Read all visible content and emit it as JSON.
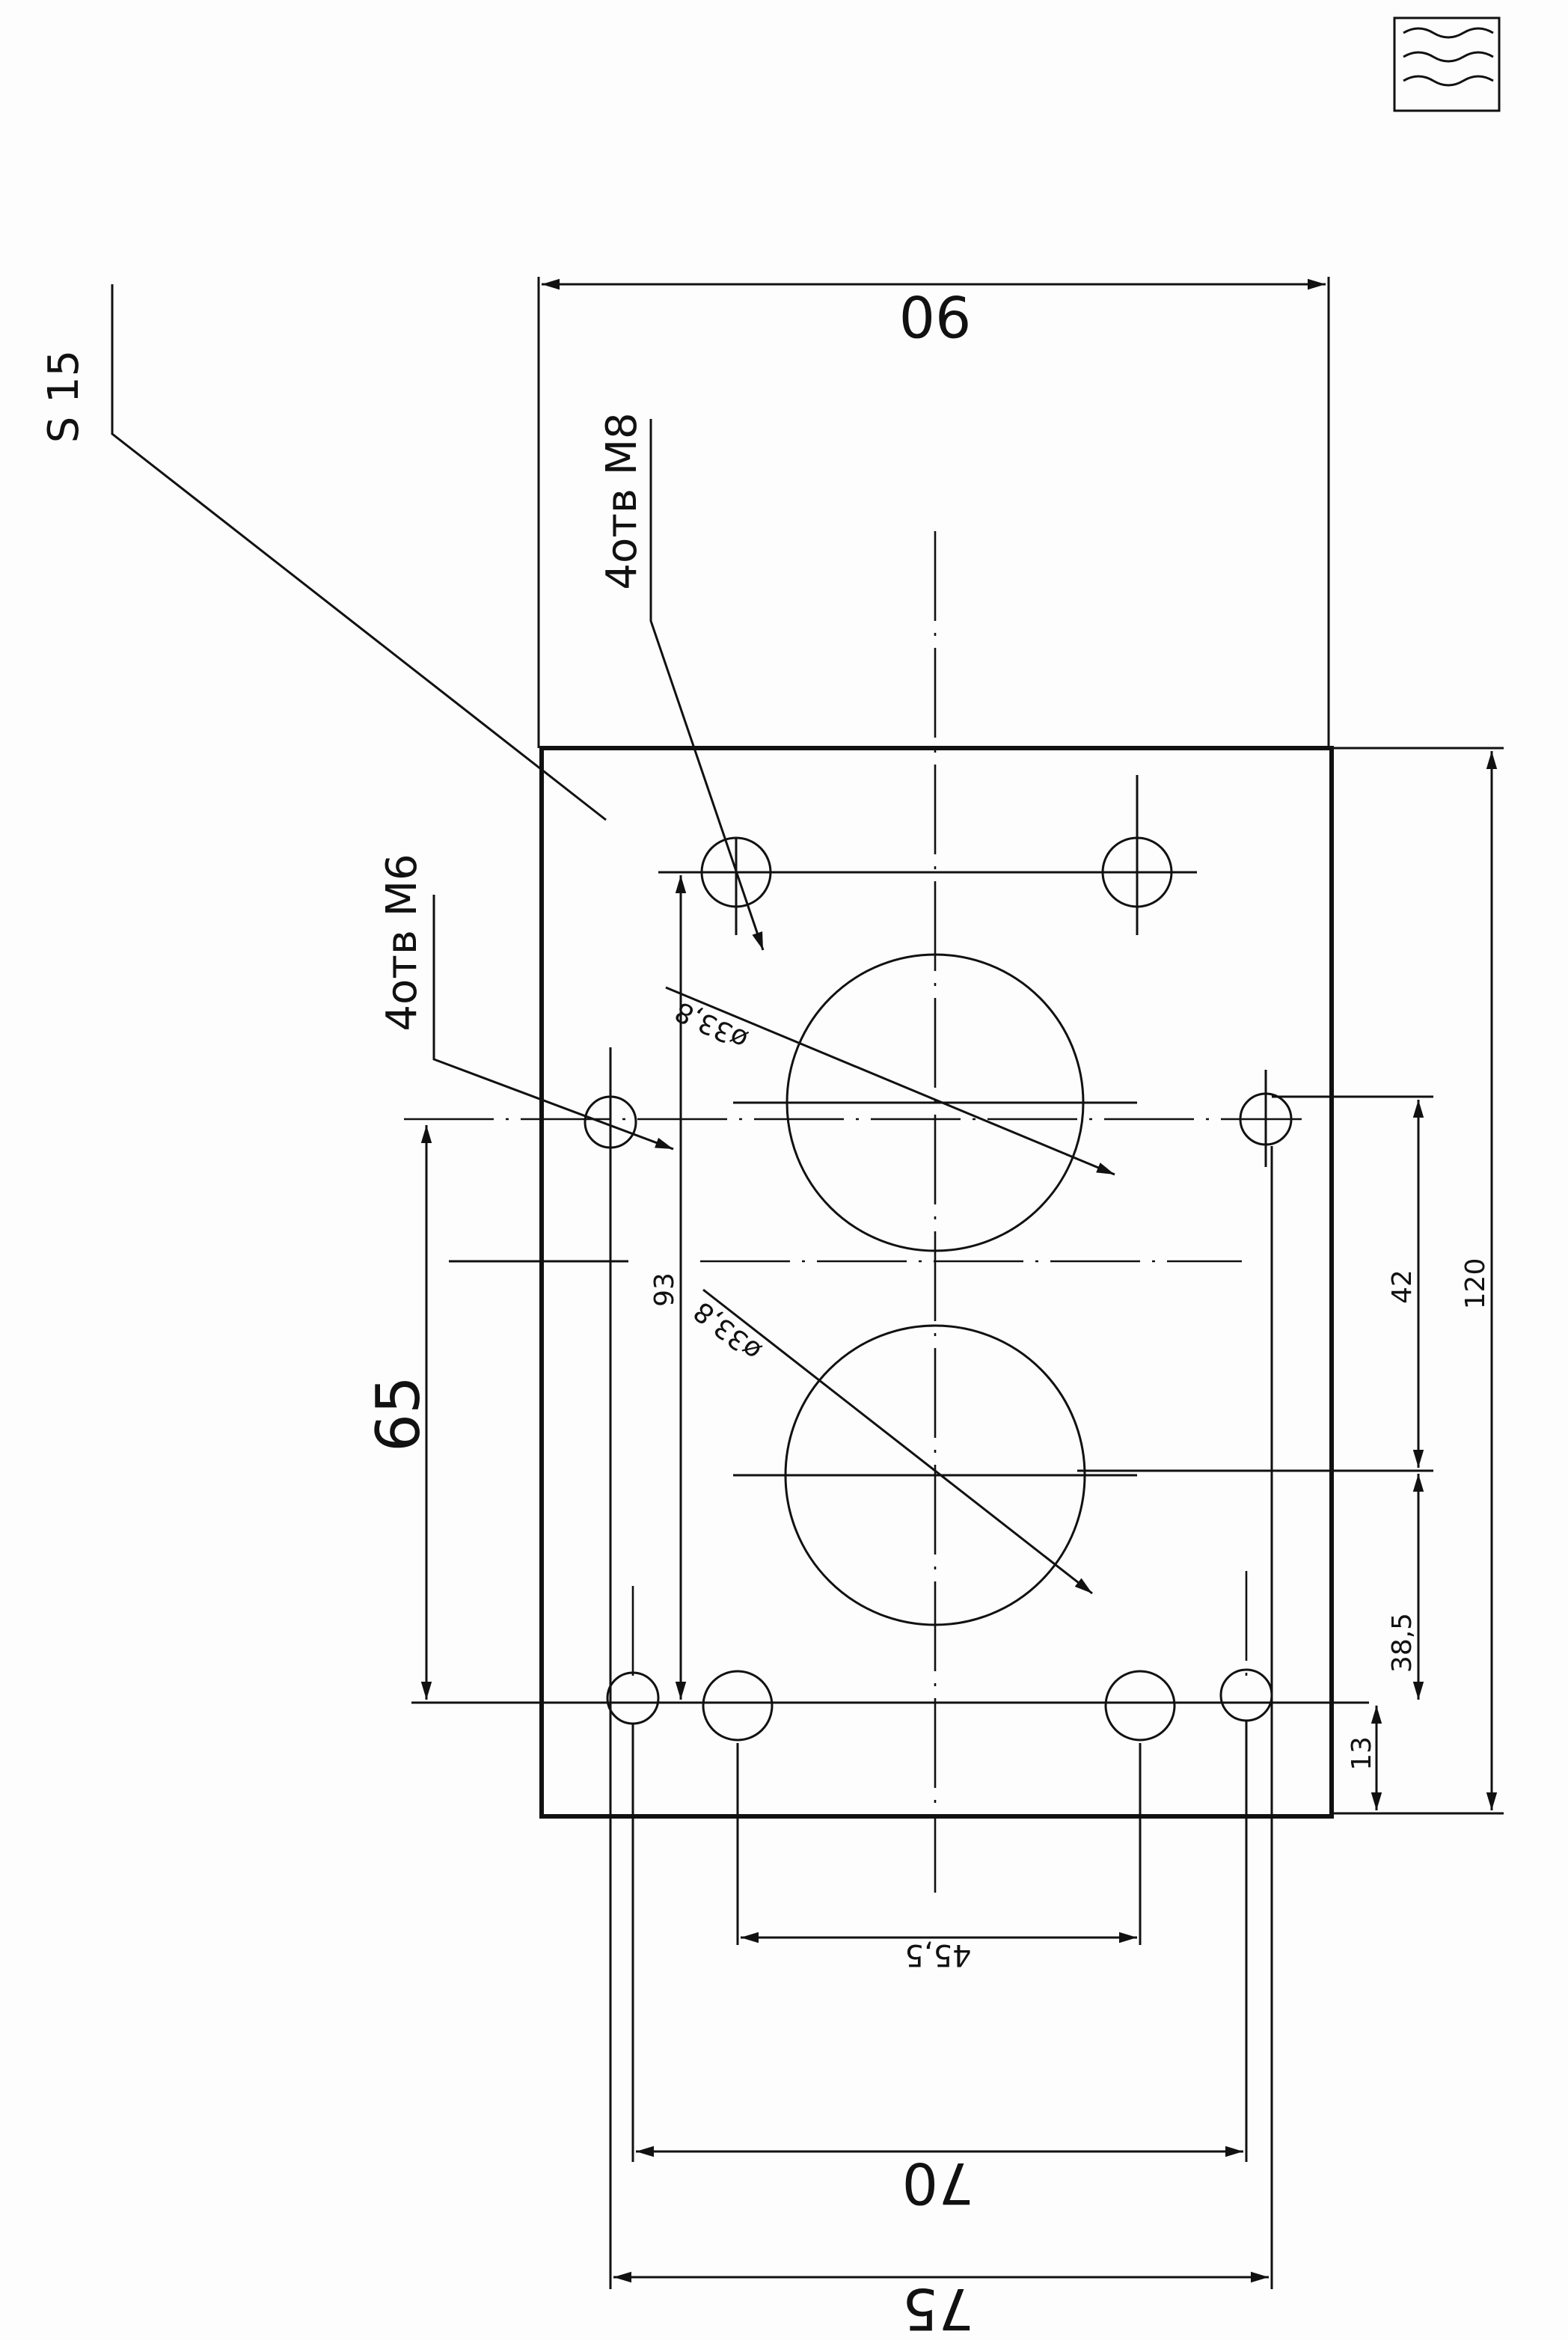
{
  "drawing": {
    "thickness_label": "S 15",
    "m8_holes_label": "4отв М8",
    "m6_holes_label": "4отв М6",
    "dimensions": {
      "width_top": "90",
      "height_total": "120",
      "bore_spacing": "42",
      "bore_offset": "38,5",
      "edge_offset": "13",
      "m8_vertical_spacing": "93",
      "m6_vertical_spacing": "65",
      "m8_horizontal_spacing": "45,5",
      "m6_horizontal_spacing": "70",
      "outer_width": "75",
      "bore_diameter_1": "ø33,8",
      "bore_diameter_2": "ø33,8"
    }
  }
}
